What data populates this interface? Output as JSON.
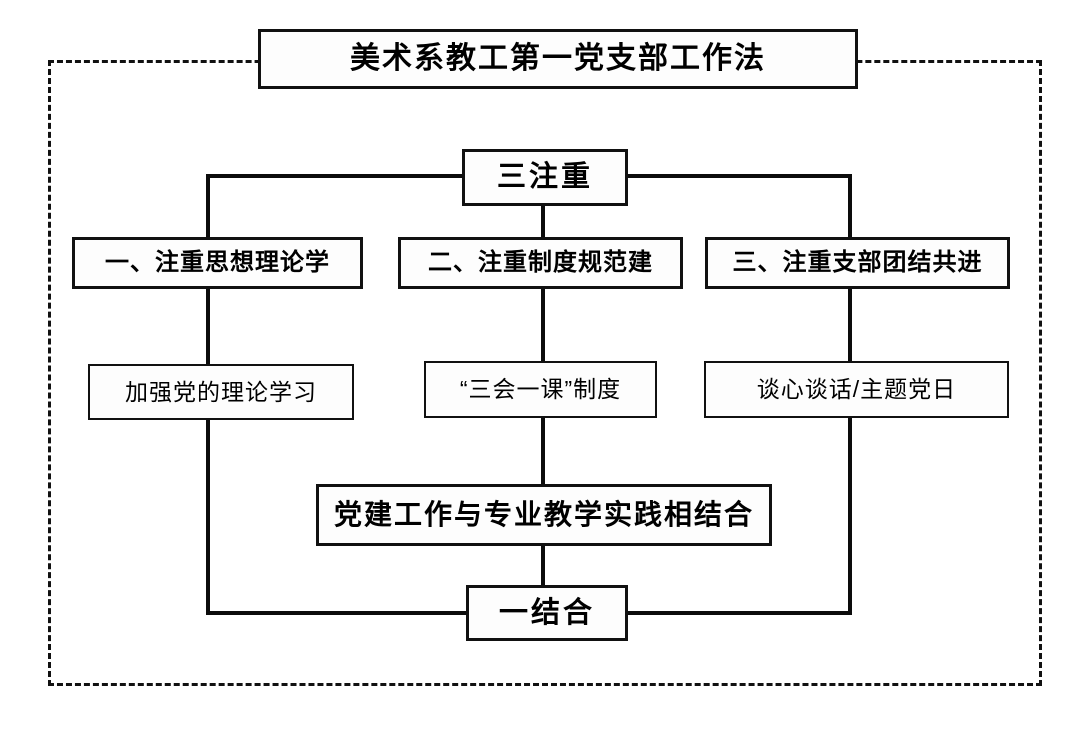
{
  "diagram": {
    "title": "美术系教工第一党支部工作法",
    "frame": {
      "style": "dashed"
    },
    "hub_top": "三注重",
    "hub_bottom": "一结合",
    "pillars": [
      {
        "label": "一、注重思想理论学"
      },
      {
        "label": "二、注重制度规范建"
      },
      {
        "label": "三、注重支部团结共进"
      }
    ],
    "practices": [
      {
        "label": "加强党的理论学习"
      },
      {
        "label": "“三会一课”制度"
      },
      {
        "label": "谈心谈话/主题党日"
      }
    ],
    "integration": "党建工作与专业教学实践相结合",
    "colors": {
      "line": "#111111",
      "box_fill": "#fdfdfd",
      "text": "#000000",
      "background": "#ffffff"
    }
  }
}
